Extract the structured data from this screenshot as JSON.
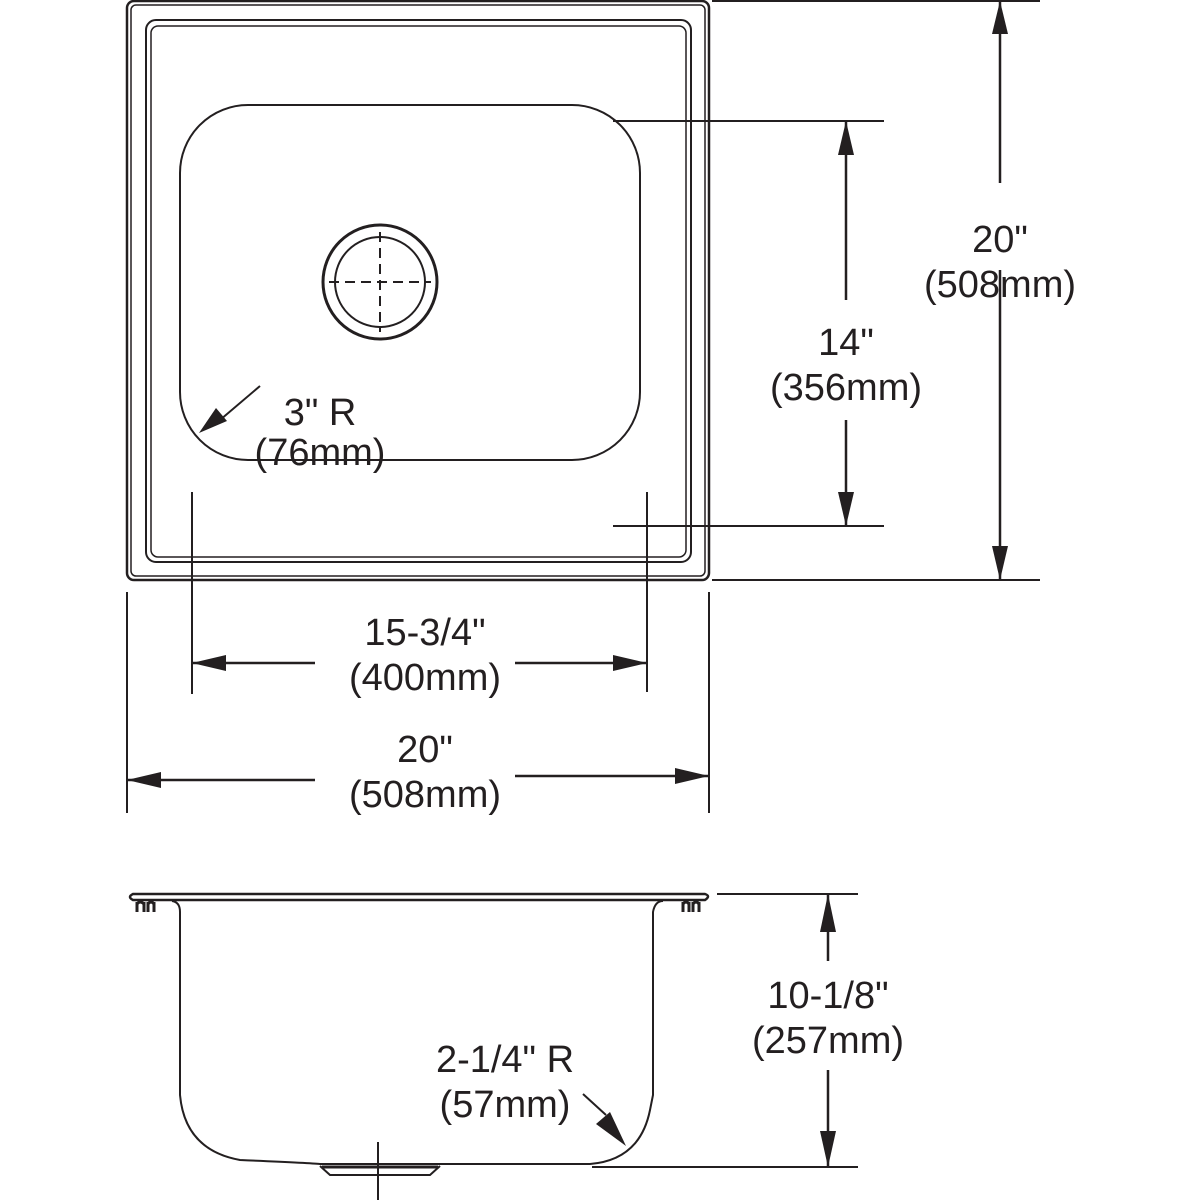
{
  "drawing": {
    "title": "Single bowl drop-in sink dimension drawing",
    "line_color": "#231f20",
    "background": "#ffffff"
  },
  "top_view": {
    "overall_width": {
      "imperial": "20\"",
      "metric": "(508mm)"
    },
    "overall_depth": {
      "imperial": "20\"",
      "metric": "(508mm)"
    },
    "bowl_width": {
      "imperial": "15-3/4\"",
      "metric": "(400mm)"
    },
    "bowl_length": {
      "imperial": "14\"",
      "metric": "(356mm)"
    },
    "corner_radius": {
      "imperial": "3\" R",
      "metric": "(76mm)"
    }
  },
  "side_view": {
    "bowl_depth": {
      "imperial": "10-1/8\"",
      "metric": "(257mm)"
    },
    "bottom_radius": {
      "imperial": "2-1/4\" R",
      "metric": "(57mm)"
    }
  }
}
